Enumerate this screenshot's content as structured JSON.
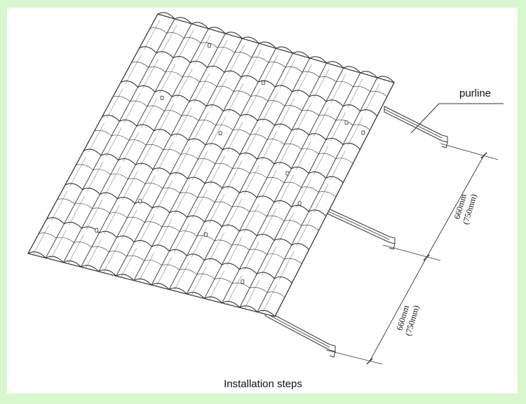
{
  "caption": "Installation steps",
  "callout": {
    "purline_label": "purline"
  },
  "dimensions": [
    {
      "primary": "660mm",
      "secondary": "(750mm)"
    },
    {
      "primary": "660mm",
      "secondary": "(750mm)"
    }
  ],
  "roof": {
    "courses": 7,
    "tiles_per_course": 14
  },
  "colors": {
    "background": "#d9f7cf",
    "line": "#333333"
  }
}
